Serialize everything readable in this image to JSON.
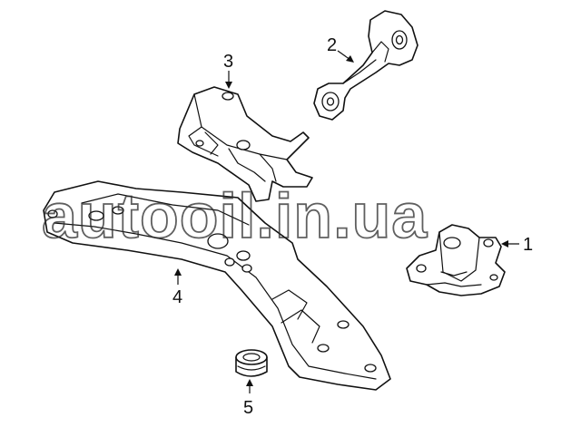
{
  "watermark": "autooil.in.ua",
  "callouts": {
    "part1": "1",
    "part2": "2",
    "part3": "3",
    "part4": "4",
    "part5": "5"
  },
  "colors": {
    "line": "#111111",
    "background": "#ffffff"
  }
}
